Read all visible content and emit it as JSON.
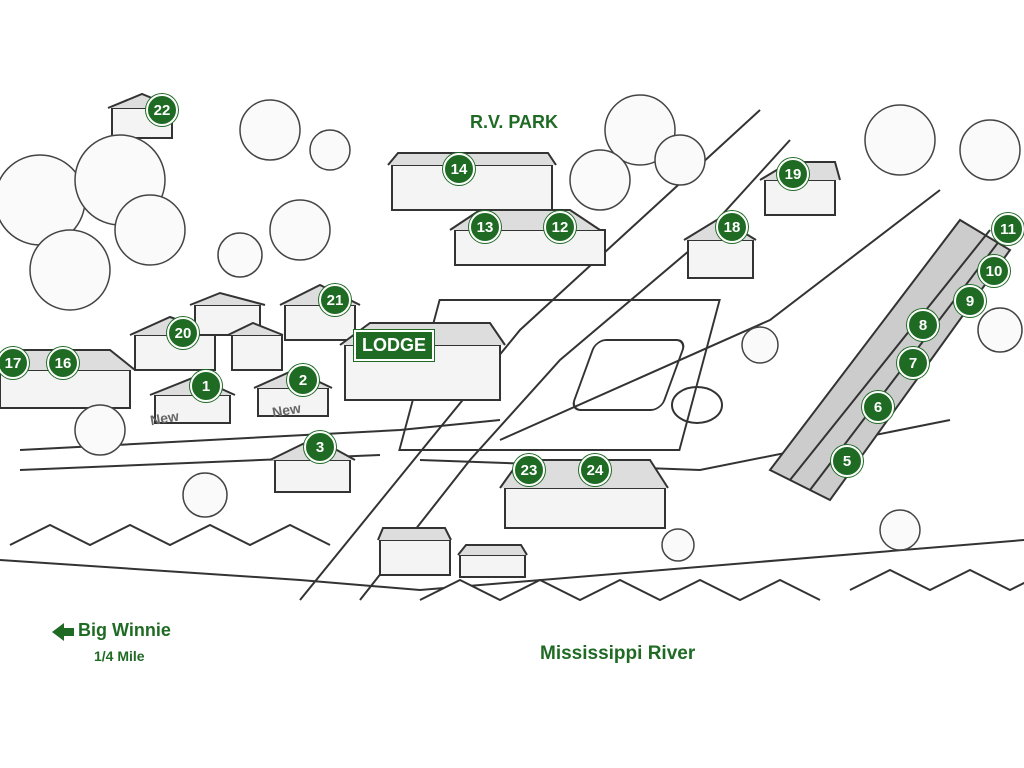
{
  "labels": {
    "rv_park": "R.V. PARK",
    "lodge": "LODGE",
    "big_winnie": "Big Winnie",
    "big_winnie_distance": "1/4 Mile",
    "river": "Mississippi River",
    "new_1": "New",
    "new_2": "New"
  },
  "badges": [
    "1",
    "2",
    "3",
    "5",
    "6",
    "7",
    "8",
    "9",
    "10",
    "11",
    "12",
    "13",
    "14",
    "16",
    "17",
    "18",
    "19",
    "20",
    "21",
    "22",
    "23",
    "24"
  ],
  "colors": {
    "marker_green": "#1f6b24",
    "ink": "#333333",
    "background": "#ffffff"
  },
  "icons": {
    "big_winnie_arrow": "left-arrow-icon"
  }
}
